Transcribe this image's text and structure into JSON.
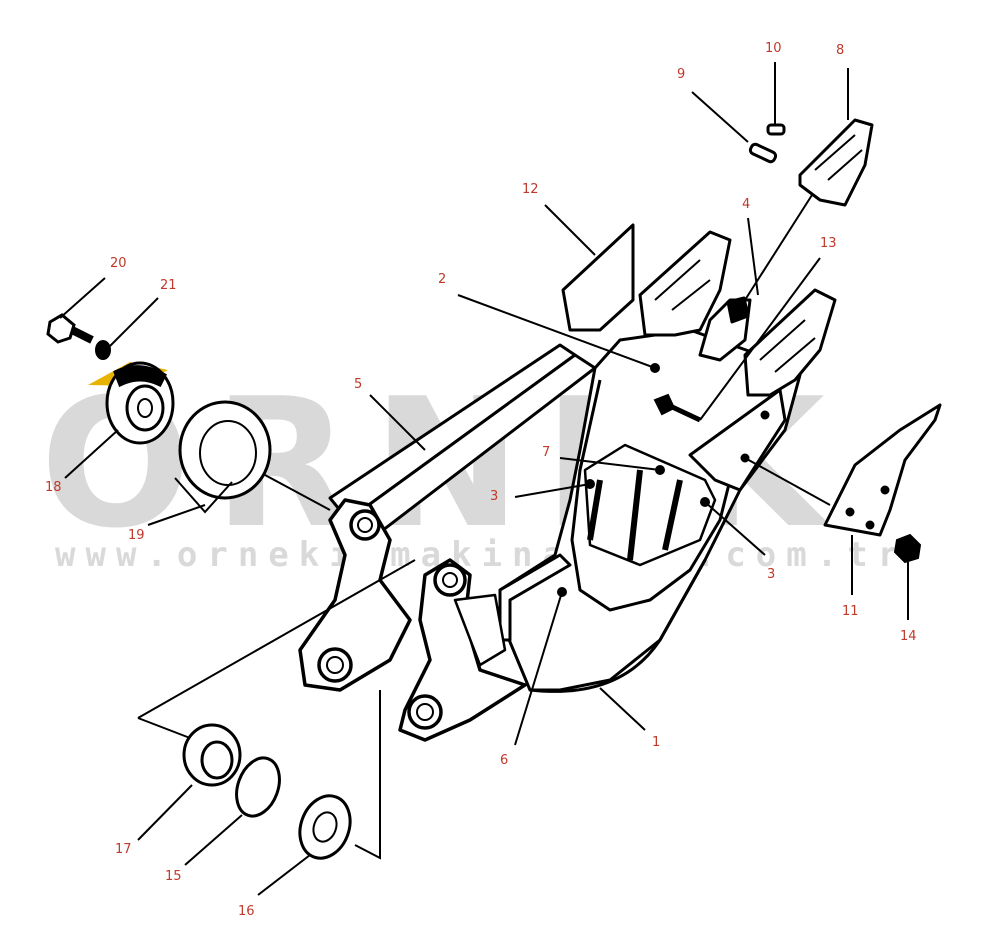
{
  "colors": {
    "ink": "#000000",
    "callout_text": "#c0392b",
    "watermark": "#d9d9d9",
    "watermark_accent": "#e8b300",
    "background": "#ffffff"
  },
  "watermark": {
    "logo_text": "ORNEK",
    "url_text": "www.ornekismakinalari.com.tr"
  },
  "callouts": [
    {
      "id": "1",
      "label": "1"
    },
    {
      "id": "2",
      "label": "2"
    },
    {
      "id": "3a",
      "label": "3"
    },
    {
      "id": "3b",
      "label": "3"
    },
    {
      "id": "4",
      "label": "4"
    },
    {
      "id": "5",
      "label": "5"
    },
    {
      "id": "6",
      "label": "6"
    },
    {
      "id": "7",
      "label": "7"
    },
    {
      "id": "8",
      "label": "8"
    },
    {
      "id": "9",
      "label": "9"
    },
    {
      "id": "10",
      "label": "10"
    },
    {
      "id": "11",
      "label": "11"
    },
    {
      "id": "12",
      "label": "12"
    },
    {
      "id": "13",
      "label": "13"
    },
    {
      "id": "14",
      "label": "14"
    },
    {
      "id": "15",
      "label": "15"
    },
    {
      "id": "16",
      "label": "16"
    },
    {
      "id": "17",
      "label": "17"
    },
    {
      "id": "18",
      "label": "18"
    },
    {
      "id": "19",
      "label": "19"
    },
    {
      "id": "20",
      "label": "20"
    },
    {
      "id": "21",
      "label": "21"
    }
  ]
}
